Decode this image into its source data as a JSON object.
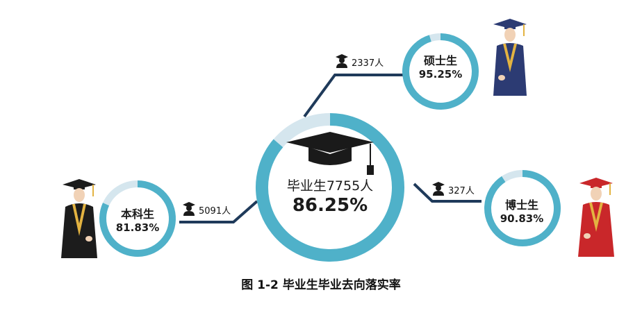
{
  "center": {
    "name": "毕业生7755人",
    "rate": "86.25%",
    "rate_value": 86.25
  },
  "nodes": [
    {
      "id": "master",
      "name": "硕士生",
      "rate": "95.25%",
      "rate_value": 95.25,
      "count": "2337人"
    },
    {
      "id": "doctor",
      "name": "博士生",
      "rate": "90.83%",
      "rate_value": 90.83,
      "count": "327人"
    },
    {
      "id": "bachelor",
      "name": "本科生",
      "rate": "81.83%",
      "rate_value": 81.83,
      "count": "5091人"
    }
  ],
  "colors": {
    "ring": "#4fb1c9",
    "ring_rest": "#d5e6ee",
    "line": "#1f3a5a",
    "icon": "#1a1a1a",
    "robe_black": "#1c1c1c",
    "robe_blue": "#2c3b73",
    "robe_red": "#c9272a",
    "stole": "#e3b341"
  },
  "caption": "图 1-2   毕业生毕业去向落实率"
}
